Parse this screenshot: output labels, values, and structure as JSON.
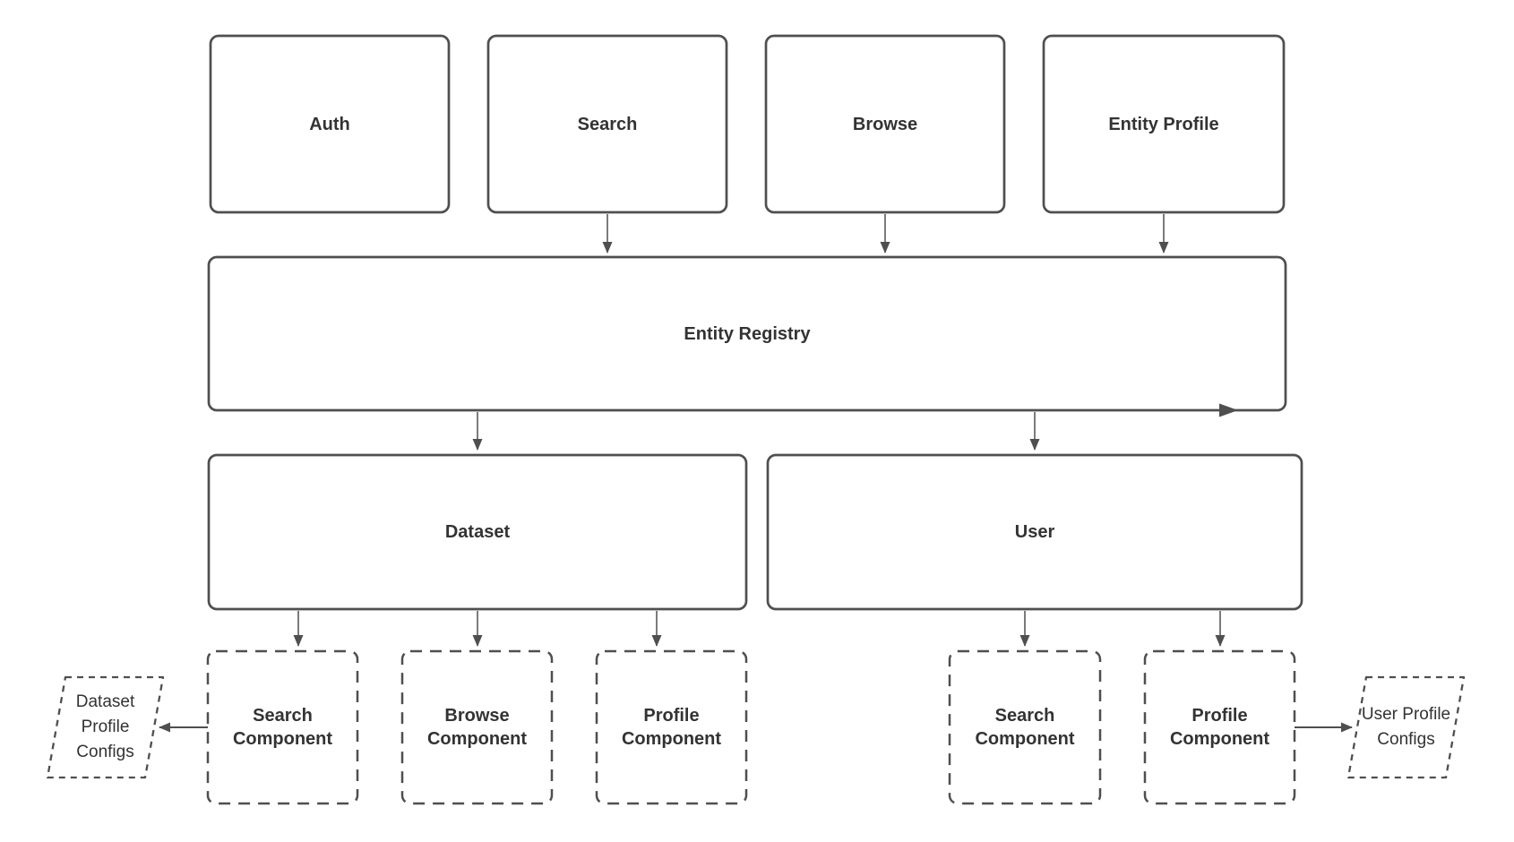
{
  "diagram": {
    "background": "#ffffff",
    "stroke_color": "#4f4f4f",
    "text_color": "#333333",
    "nodes": {
      "auth": {
        "label": "Auth",
        "shape": "rounded-rect",
        "border": "solid"
      },
      "search": {
        "label": "Search",
        "shape": "rounded-rect",
        "border": "solid"
      },
      "browse": {
        "label": "Browse",
        "shape": "rounded-rect",
        "border": "solid"
      },
      "entity_profile": {
        "label": "Entity Profile",
        "shape": "rounded-rect",
        "border": "solid"
      },
      "entity_registry": {
        "label": "Entity Registry",
        "shape": "rounded-rect",
        "border": "solid"
      },
      "dataset": {
        "label": "Dataset",
        "shape": "rounded-rect",
        "border": "solid"
      },
      "user": {
        "label": "User",
        "shape": "rounded-rect",
        "border": "solid"
      },
      "dataset_search_component": {
        "label": "Search Component",
        "shape": "rounded-rect",
        "border": "dashed"
      },
      "dataset_browse_component": {
        "label": "Browse Component",
        "shape": "rounded-rect",
        "border": "dashed"
      },
      "dataset_profile_component": {
        "label": "Profile Component",
        "shape": "rounded-rect",
        "border": "dashed"
      },
      "user_search_component": {
        "label": "Search Component",
        "shape": "rounded-rect",
        "border": "dashed"
      },
      "user_profile_component": {
        "label": "Profile Component",
        "shape": "rounded-rect",
        "border": "dashed"
      },
      "dataset_profile_configs": {
        "label": "Dataset Profile Configs",
        "shape": "parallelogram",
        "border": "dashed"
      },
      "user_profile_configs": {
        "label": "User Profile Configs",
        "shape": "parallelogram",
        "border": "dashed"
      }
    },
    "edges": [
      {
        "from": "search",
        "to": "entity_registry",
        "direction": "down"
      },
      {
        "from": "browse",
        "to": "entity_registry",
        "direction": "down"
      },
      {
        "from": "entity_profile",
        "to": "entity_registry",
        "direction": "down"
      },
      {
        "from": "entity_registry",
        "to": "dataset",
        "direction": "down"
      },
      {
        "from": "entity_registry",
        "to": "user",
        "direction": "down"
      },
      {
        "from": "dataset",
        "to": "dataset_search_component",
        "direction": "down"
      },
      {
        "from": "dataset",
        "to": "dataset_browse_component",
        "direction": "down"
      },
      {
        "from": "dataset",
        "to": "dataset_profile_component",
        "direction": "down"
      },
      {
        "from": "user",
        "to": "user_search_component",
        "direction": "down"
      },
      {
        "from": "user",
        "to": "user_profile_component",
        "direction": "down"
      },
      {
        "from": "dataset_search_component",
        "to": "dataset_profile_configs",
        "direction": "left"
      },
      {
        "from": "user_profile_component",
        "to": "user_profile_configs",
        "direction": "right"
      },
      {
        "from": "entity_registry",
        "to": "entity_registry",
        "direction": "right",
        "note": "arrowhead on bottom edge near right corner"
      }
    ]
  }
}
